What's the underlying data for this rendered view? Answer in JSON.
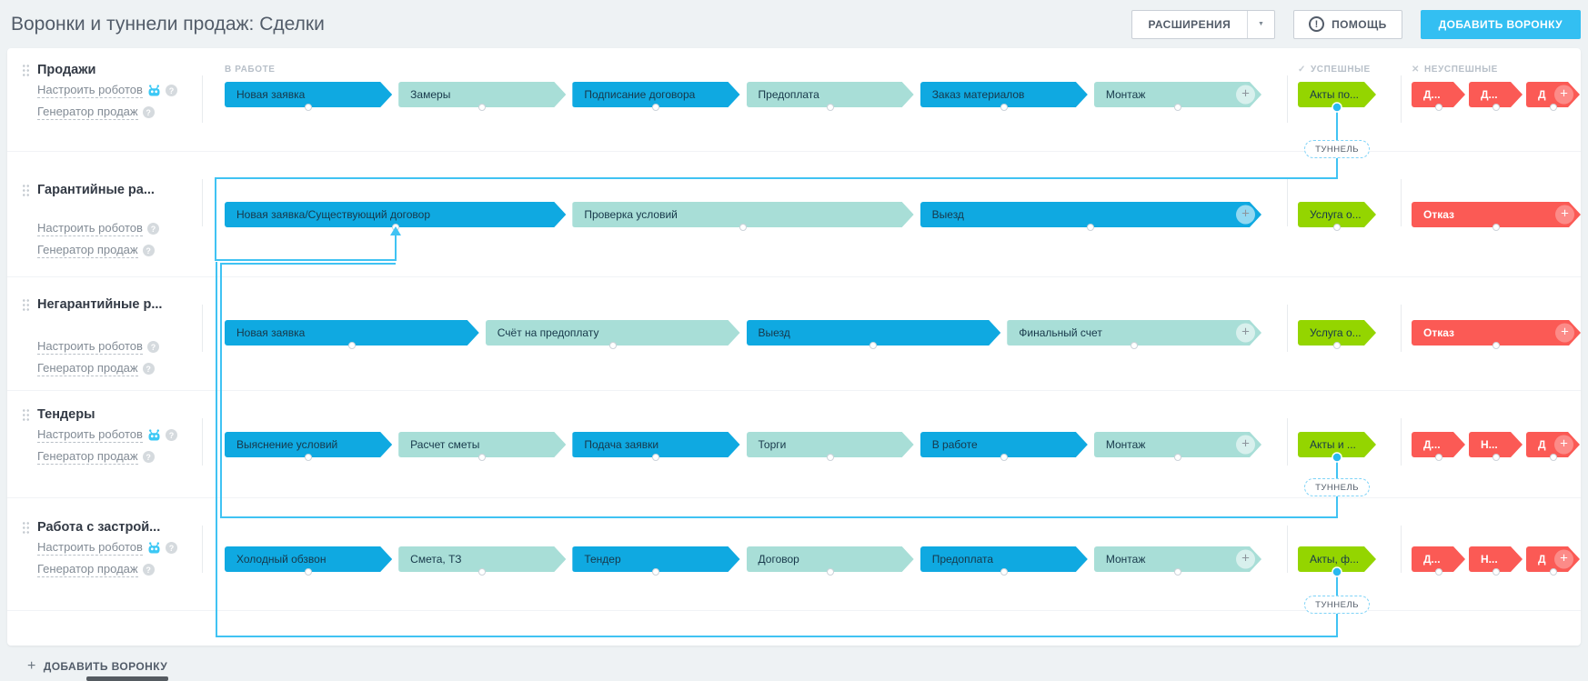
{
  "header": {
    "title": "Воронки и туннели продаж: Сделки",
    "extensions_button": "РАСШИРЕНИЯ",
    "help_button": "ПОМОЩЬ",
    "add_funnel_button": "ДОБАВИТЬ ВОРОНКУ"
  },
  "zone_labels": {
    "in_progress": "В РАБОТЕ",
    "success": "УСПЕШНЫЕ",
    "fail": "НЕУСПЕШНЫЕ"
  },
  "tunnel_label": "ТУННЕЛЬ",
  "sidebar_links": {
    "robots": "Настроить роботов",
    "generator": "Генератор продаж"
  },
  "footer": {
    "add_funnel_button": "ДОБАВИТЬ ВОРОНКУ"
  },
  "colors": {
    "stage_blue": "#0fa9e1",
    "stage_teal": "#a8ded7",
    "stage_green": "#94d500",
    "stage_red": "#fb5a55",
    "accent_button": "#33bff2",
    "tunnel_line": "#40c3f3"
  },
  "funnels": [
    {
      "name": "Продажи",
      "robot_icon": true,
      "stages": [
        {
          "label": "Новая заявка",
          "color": "blue"
        },
        {
          "label": "Замеры",
          "color": "teal"
        },
        {
          "label": "Подписание договора",
          "color": "blue"
        },
        {
          "label": "Предоплата",
          "color": "teal"
        },
        {
          "label": "Заказ материалов",
          "color": "blue"
        },
        {
          "label": "Монтаж",
          "color": "teal",
          "plus": true
        }
      ],
      "success": {
        "label": "Акты по...",
        "tunnel": true
      },
      "fails": [
        {
          "label": "Д..."
        },
        {
          "label": "Д..."
        },
        {
          "label": "Д",
          "plus": true
        }
      ]
    },
    {
      "name": "Гарантийные ра...",
      "robot_icon": false,
      "stages": [
        {
          "label": "Новая заявка/Существующий договор",
          "color": "blue"
        },
        {
          "label": "Проверка условий",
          "color": "teal"
        },
        {
          "label": "Выезд",
          "color": "blue",
          "plus": true
        }
      ],
      "success": {
        "label": "Услуга о...",
        "tunnel": false
      },
      "fails": [
        {
          "label": "Отказ",
          "plus": true,
          "wide": true
        }
      ]
    },
    {
      "name": "Негарантийные р...",
      "robot_icon": false,
      "stages": [
        {
          "label": "Новая заявка",
          "color": "blue"
        },
        {
          "label": "Счёт на предоплату",
          "color": "teal"
        },
        {
          "label": "Выезд",
          "color": "blue"
        },
        {
          "label": "Финальный счет",
          "color": "teal",
          "plus": true
        }
      ],
      "success": {
        "label": "Услуга о...",
        "tunnel": false
      },
      "fails": [
        {
          "label": "Отказ",
          "plus": true,
          "wide": true
        }
      ]
    },
    {
      "name": "Тендеры",
      "robot_icon": true,
      "stages": [
        {
          "label": "Выяснение условий",
          "color": "blue"
        },
        {
          "label": "Расчет сметы",
          "color": "teal"
        },
        {
          "label": "Подача заявки",
          "color": "blue"
        },
        {
          "label": "Торги",
          "color": "teal"
        },
        {
          "label": "В работе",
          "color": "blue"
        },
        {
          "label": "Монтаж",
          "color": "teal",
          "plus": true
        }
      ],
      "success": {
        "label": "Акты и ...",
        "tunnel": true
      },
      "fails": [
        {
          "label": "Д..."
        },
        {
          "label": "Н..."
        },
        {
          "label": "Д",
          "plus": true
        }
      ]
    },
    {
      "name": "Работа с застрой...",
      "robot_icon": true,
      "stages": [
        {
          "label": "Холодный обзвон",
          "color": "blue"
        },
        {
          "label": "Смета, ТЗ",
          "color": "teal"
        },
        {
          "label": "Тендер",
          "color": "blue"
        },
        {
          "label": "Договор",
          "color": "teal"
        },
        {
          "label": "Предоплата",
          "color": "blue"
        },
        {
          "label": "Монтаж",
          "color": "teal",
          "plus": true
        }
      ],
      "success": {
        "label": "Акты, ф...",
        "tunnel": true
      },
      "fails": [
        {
          "label": "Д..."
        },
        {
          "label": "Н..."
        },
        {
          "label": "Д",
          "plus": true
        }
      ]
    }
  ]
}
